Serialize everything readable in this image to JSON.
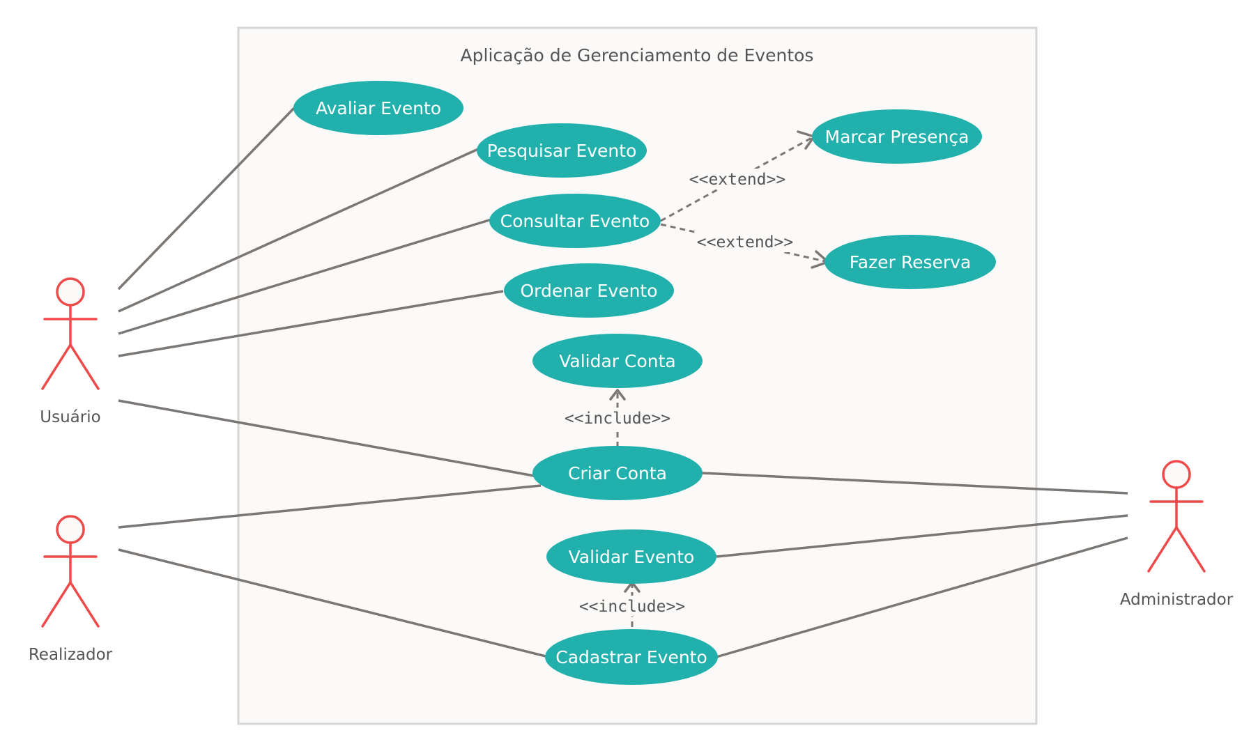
{
  "diagram": {
    "system_title": "Aplicação de Gerenciamento de Eventos",
    "actors": {
      "usuario": "Usuário",
      "realizador": "Realizador",
      "administrador": "Administrador"
    },
    "use_cases": {
      "avaliar_evento": "Avaliar Evento",
      "pesquisar_evento": "Pesquisar Evento",
      "consultar_evento": "Consultar Evento",
      "ordenar_evento": "Ordenar Evento",
      "validar_conta": "Validar Conta",
      "criar_conta": "Criar Conta",
      "validar_evento": "Validar Evento",
      "cadastrar_evento": "Cadastrar Evento",
      "marcar_presenca": "Marcar Presença",
      "fazer_reserva": "Fazer Reserva"
    },
    "relationships": {
      "extend_marcar_presenca": "<<extend>>",
      "extend_fazer_reserva": "<<extend>>",
      "include_validar_conta": "<<include>>",
      "include_validar_evento": "<<include>>"
    },
    "colors": {
      "use_case_fill": "#22b0ad",
      "actor_stroke": "#ef4a4a",
      "connector": "#7a7775",
      "boundary_fill": "#fbfaf9"
    }
  }
}
